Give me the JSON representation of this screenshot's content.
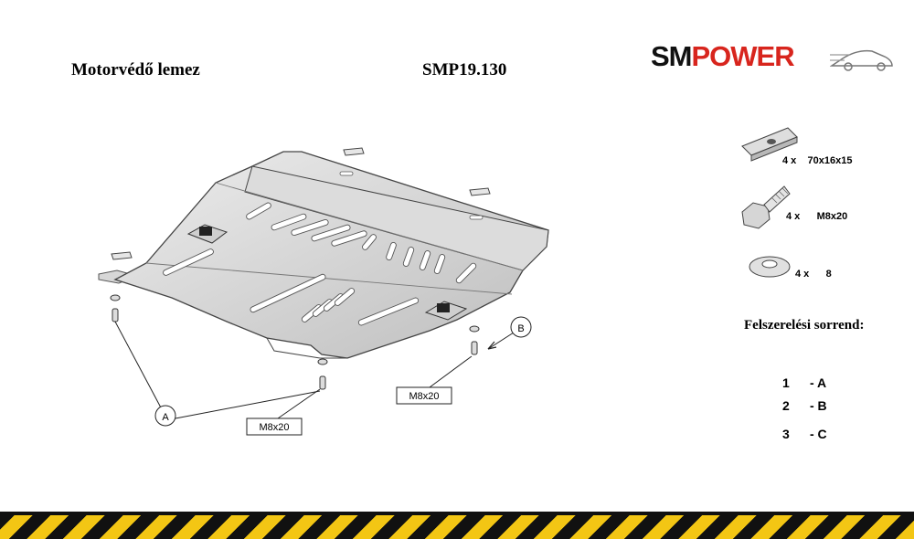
{
  "header": {
    "title": "Motorvédő lemez",
    "code": "SMP19.130",
    "logo": {
      "part1": "SM",
      "part2": "POWER",
      "color1": "#111111",
      "color2": "#d8251d"
    }
  },
  "callouts": {
    "a": "A",
    "b": "B",
    "bolt_label_left": "M8x20",
    "bolt_label_right": "M8x20"
  },
  "hardware": [
    {
      "qty": "4 x",
      "spec": "70x16x15",
      "icon": "nut-plate-icon"
    },
    {
      "qty": "4 x",
      "spec": "M8x20",
      "icon": "hex-bolt-icon"
    },
    {
      "qty": "4 x",
      "spec": "8",
      "icon": "washer-icon"
    }
  ],
  "order": {
    "title": "Felszerelési sorrend:",
    "steps": [
      {
        "num": "1",
        "code": "- A"
      },
      {
        "num": "2",
        "code": "- B"
      },
      {
        "num": "3",
        "code": "- C"
      }
    ]
  },
  "colors": {
    "stripe_dark": "#111111",
    "stripe_yellow": "#f3c614"
  }
}
